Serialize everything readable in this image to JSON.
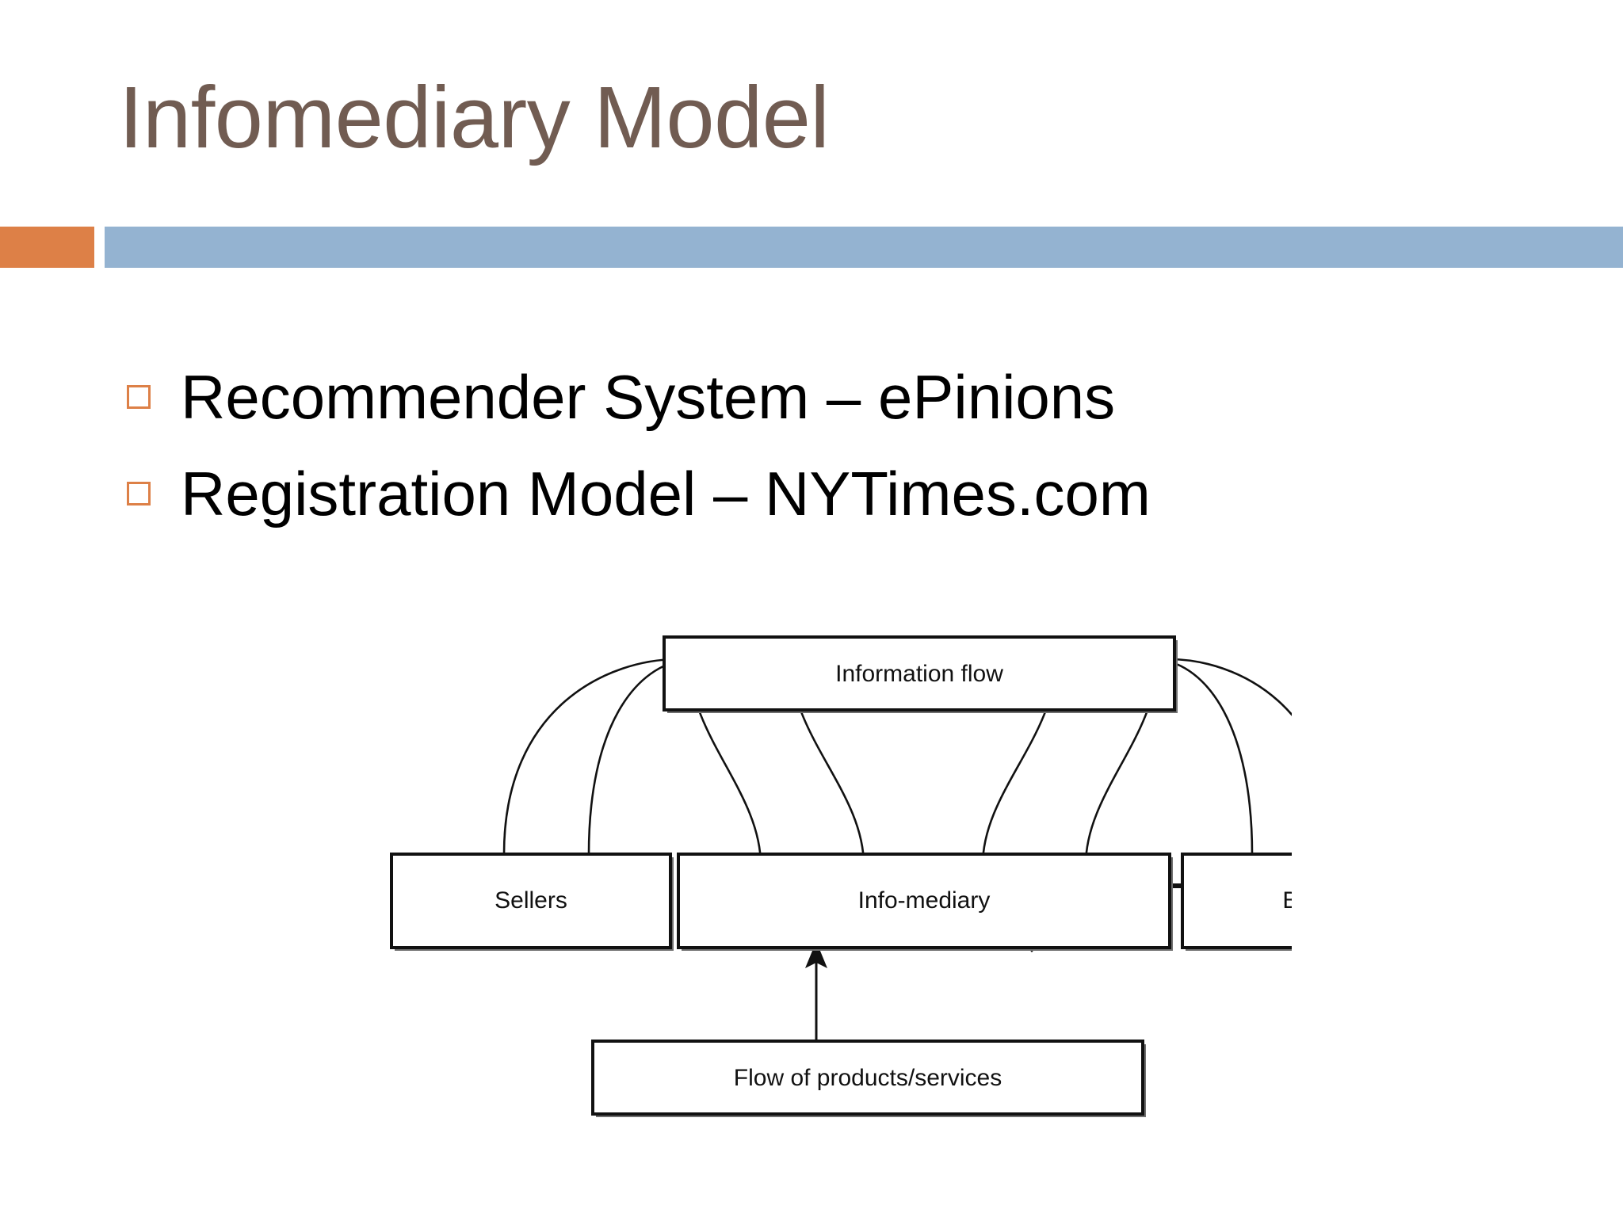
{
  "slide": {
    "title": "Infomediary Model",
    "title_color": "#715C52",
    "accent_color": "#DD8047",
    "band_color": "#94B3D1",
    "background_color": "#FFFFFF"
  },
  "bullets": [
    {
      "marker": "hollow-square",
      "text": "Recommender System – ePinions"
    },
    {
      "marker": "hollow-square",
      "text": "Registration Model – NYTimes.com"
    }
  ],
  "diagram": {
    "type": "flow-diagram",
    "nodes": {
      "information_flow": "Information flow",
      "sellers": "Sellers",
      "infomediary": "Info-mediary",
      "buyers": "Buyers",
      "flow_of_products": "Flow of products/services"
    },
    "edges": [
      {
        "from": "Sellers",
        "to": "Information flow",
        "style": "thin-curve"
      },
      {
        "from": "Information flow",
        "to": "Info-mediary",
        "style": "hollow-block-arrow"
      },
      {
        "from": "Buyers",
        "to": "Information flow",
        "style": "thin-curve"
      },
      {
        "from": "Information flow",
        "to": "Info-mediary",
        "style": "hollow-block-arrow"
      },
      {
        "from": "Info-mediary",
        "to": "Sellers",
        "style": "solid-arrow"
      },
      {
        "from": "Info-mediary",
        "to": "Buyers",
        "style": "solid-arrow"
      },
      {
        "from": "Flow of products/services",
        "to": "Info-mediary",
        "style": "thin-arrow"
      }
    ]
  }
}
